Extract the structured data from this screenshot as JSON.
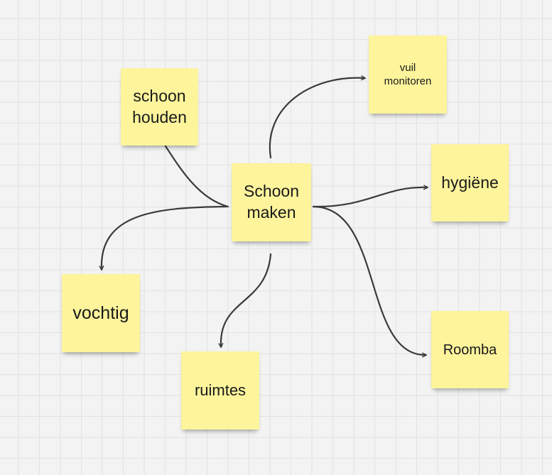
{
  "board": {
    "background": "#f3f3f3",
    "grid_color": "#e2e2e2",
    "note_color": "#fdf49c",
    "connector_color": "#3a3a3a"
  },
  "notes": {
    "center": {
      "label": "Schoon\nmaken"
    },
    "schoon_houden": {
      "label": "schoon\nhouden"
    },
    "vuil_monitoren": {
      "label": "vuil\nmonitoren"
    },
    "hygiene": {
      "label": "hygiëne"
    },
    "roomba": {
      "label": "Roomba"
    },
    "ruimtes": {
      "label": "ruimtes"
    },
    "vochtig": {
      "label": "vochtig"
    }
  }
}
